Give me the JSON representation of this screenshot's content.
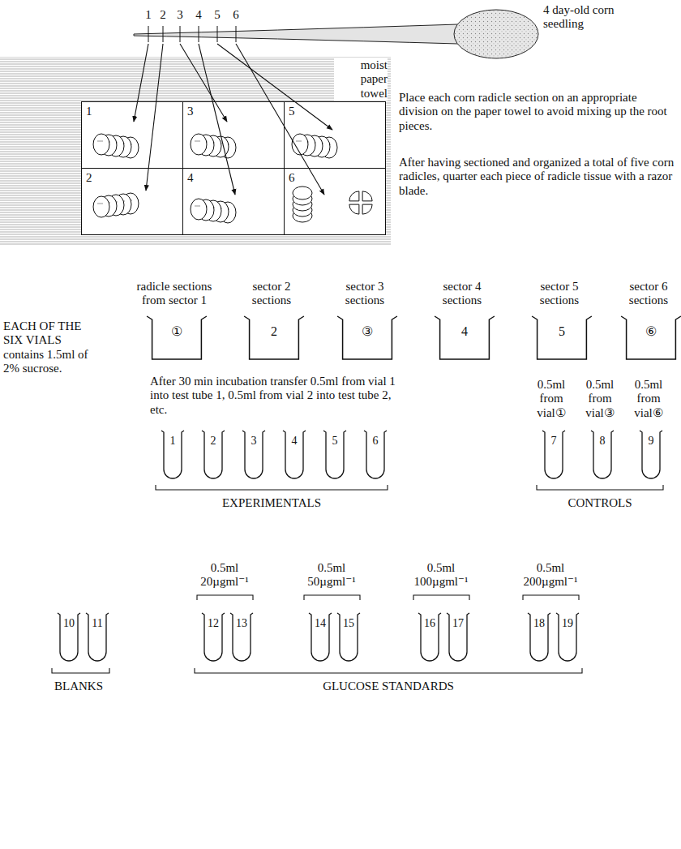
{
  "diagram": {
    "nodes": [
      {
        "text": [
          "1"
        ]
      },
      {
        "text": [
          "2"
        ]
      },
      {
        "text": [
          "3"
        ]
      },
      {
        "text": [
          "4"
        ]
      },
      {
        "text": [
          "5"
        ]
      },
      {
        "text": [
          "6"
        ]
      },
      {
        "text": [
          "①"
        ]
      },
      {
        "text": [
          "2"
        ]
      },
      {
        "text": [
          "③"
        ]
      },
      {
        "text": [
          "4"
        ]
      },
      {
        "text": [
          "5"
        ]
      },
      {
        "text": [
          "⑥"
        ]
      },
      {
        "text": [
          "1"
        ]
      },
      {
        "text": [
          "2"
        ]
      },
      {
        "text": [
          "3"
        ]
      },
      {
        "text": [
          "4"
        ]
      },
      {
        "text": [
          "5"
        ]
      },
      {
        "text": [
          "6"
        ]
      },
      {
        "text": [
          "7"
        ]
      },
      {
        "text": [
          "8"
        ]
      },
      {
        "text": [
          "9"
        ]
      },
      {
        "text": [
          "10"
        ]
      },
      {
        "text": [
          "11"
        ]
      },
      {
        "text": [
          "12"
        ]
      },
      {
        "text": [
          "13"
        ]
      },
      {
        "text": [
          "14"
        ]
      },
      {
        "text": [
          "15"
        ]
      },
      {
        "text": [
          "16"
        ]
      },
      {
        "text": [
          "17"
        ]
      },
      {
        "text": [
          "18"
        ]
      },
      {
        "text": [
          "19"
        ]
      }
    ],
    "labels": [
      "1",
      "2",
      "3",
      "4",
      "5",
      "6",
      "4 day-old corn seedling",
      "moist paper towel",
      "Place each corn radicle section on an appropriate division on the paper towel to avoid mixing up the root pieces.",
      "After having sectioned and organized a total of five corn radicles, quarter each piece of radicle tissue with a razor blade.",
      "radicle sections from sector 1",
      "sector 2 sections",
      "sector 3 sections",
      "sector 4 sections",
      "sector 5 sections",
      "sector 6 sections",
      "EACH OF THE SIX VIALS contains 1.5ml of 2% sucrose.",
      "After 30 min incubation transfer 0.5ml from vial 1 into test tube 1, 0.5ml from vial 2 into test tube 2, etc.",
      "0.5ml from vial①",
      "0.5ml from vial③",
      "0.5ml from vial⑥",
      "EXPERIMENTALS",
      "CONTROLS",
      "0.5ml 20µgml⁻¹",
      "0.5ml 50µgml⁻¹",
      "0.5ml 100µgml⁻¹",
      "0.5ml 200µgml⁻¹",
      "BLANKS",
      "GLUCOSE STANDARDS"
    ]
  }
}
